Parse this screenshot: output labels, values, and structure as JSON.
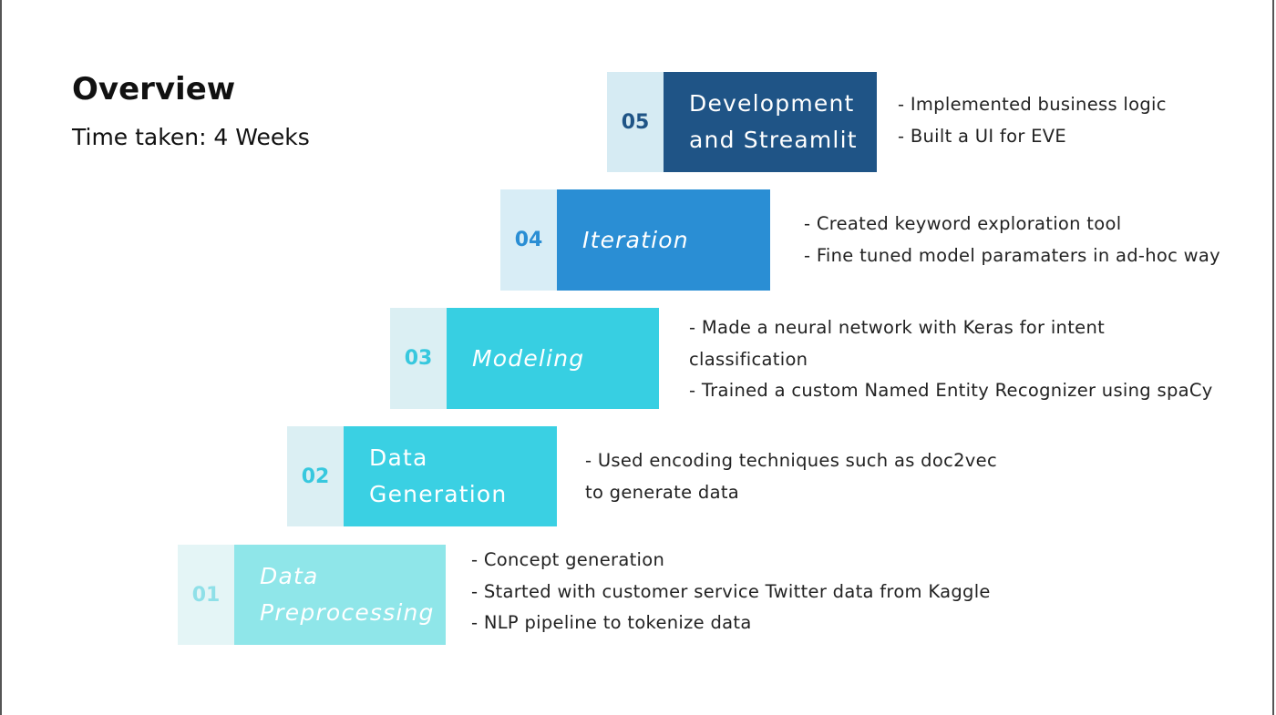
{
  "header": {
    "title": "Overview",
    "subtitle": "Time taken: 4 Weeks"
  },
  "steps": [
    {
      "number": "05",
      "name": "Development\nand Streamlit",
      "italic": false,
      "number_bg": "#d6ebf3",
      "number_color": "#1f5486",
      "name_bg": "#1f5486",
      "notes": [
        "- Implemented business logic",
        "- Built a UI for EVE"
      ]
    },
    {
      "number": "04",
      "name": "Iteration",
      "italic": true,
      "number_bg": "#d8edf6",
      "number_color": "#2a8ed4",
      "name_bg": "#2a8ed4",
      "notes": [
        "- Created keyword exploration tool",
        "- Fine tuned model paramaters in ad-hoc way"
      ]
    },
    {
      "number": "03",
      "name": "Modeling",
      "italic": true,
      "number_bg": "#dbeff3",
      "number_color": "#37c8de",
      "name_bg": "#37cfe2",
      "notes": [
        "- Made a neural network with Keras for intent",
        "classification",
        "- Trained a custom Named Entity Recognizer using spaCy"
      ]
    },
    {
      "number": "02",
      "name": "Data\nGeneration",
      "italic": false,
      "number_bg": "#dbeff3",
      "number_color": "#37c8de",
      "name_bg": "#3ad0e3",
      "notes": [
        "- Used encoding techniques such as doc2vec",
        "to generate data"
      ]
    },
    {
      "number": "01",
      "name": "Data\nPreprocessing",
      "italic": true,
      "number_bg": "#e4f5f6",
      "number_color": "#8fe0e8",
      "name_bg": "#8fe6e9",
      "notes": [
        "- Concept generation",
        "- Started with customer service Twitter data from Kaggle",
        "- NLP pipeline to tokenize data"
      ]
    }
  ]
}
